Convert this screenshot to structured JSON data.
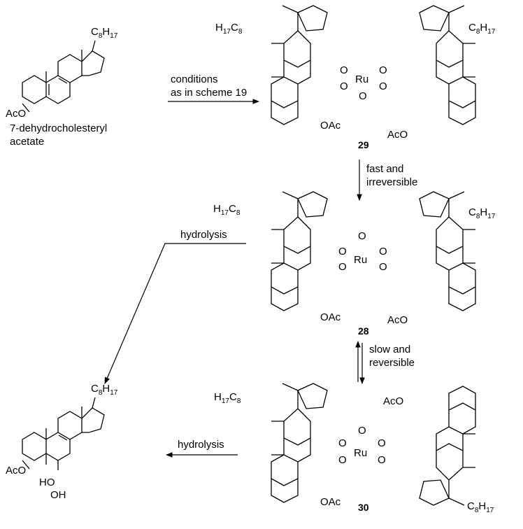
{
  "compounds": {
    "start": {
      "line1": "7-dehydrocholesteryl",
      "line2": "acetate"
    },
    "c29": "29",
    "c28": "28",
    "c30": "30"
  },
  "arrows": {
    "step1": {
      "line1": "conditions",
      "line2": "as in scheme 19"
    },
    "step2": {
      "line1": "fast and",
      "line2": "irreversible"
    },
    "step3": {
      "line1": "slow and",
      "line2": "reversible"
    },
    "hydrolysis_diag": "hydrolysis",
    "hydrolysis_horiz": "hydrolysis"
  },
  "atoms": {
    "Ru": "Ru",
    "O": "O",
    "AcO": "AcO",
    "OAc": "OAc",
    "OH": "OH",
    "HO": "HO",
    "C": "C",
    "H": "H",
    "sub8": "8",
    "sub17": "17"
  }
}
